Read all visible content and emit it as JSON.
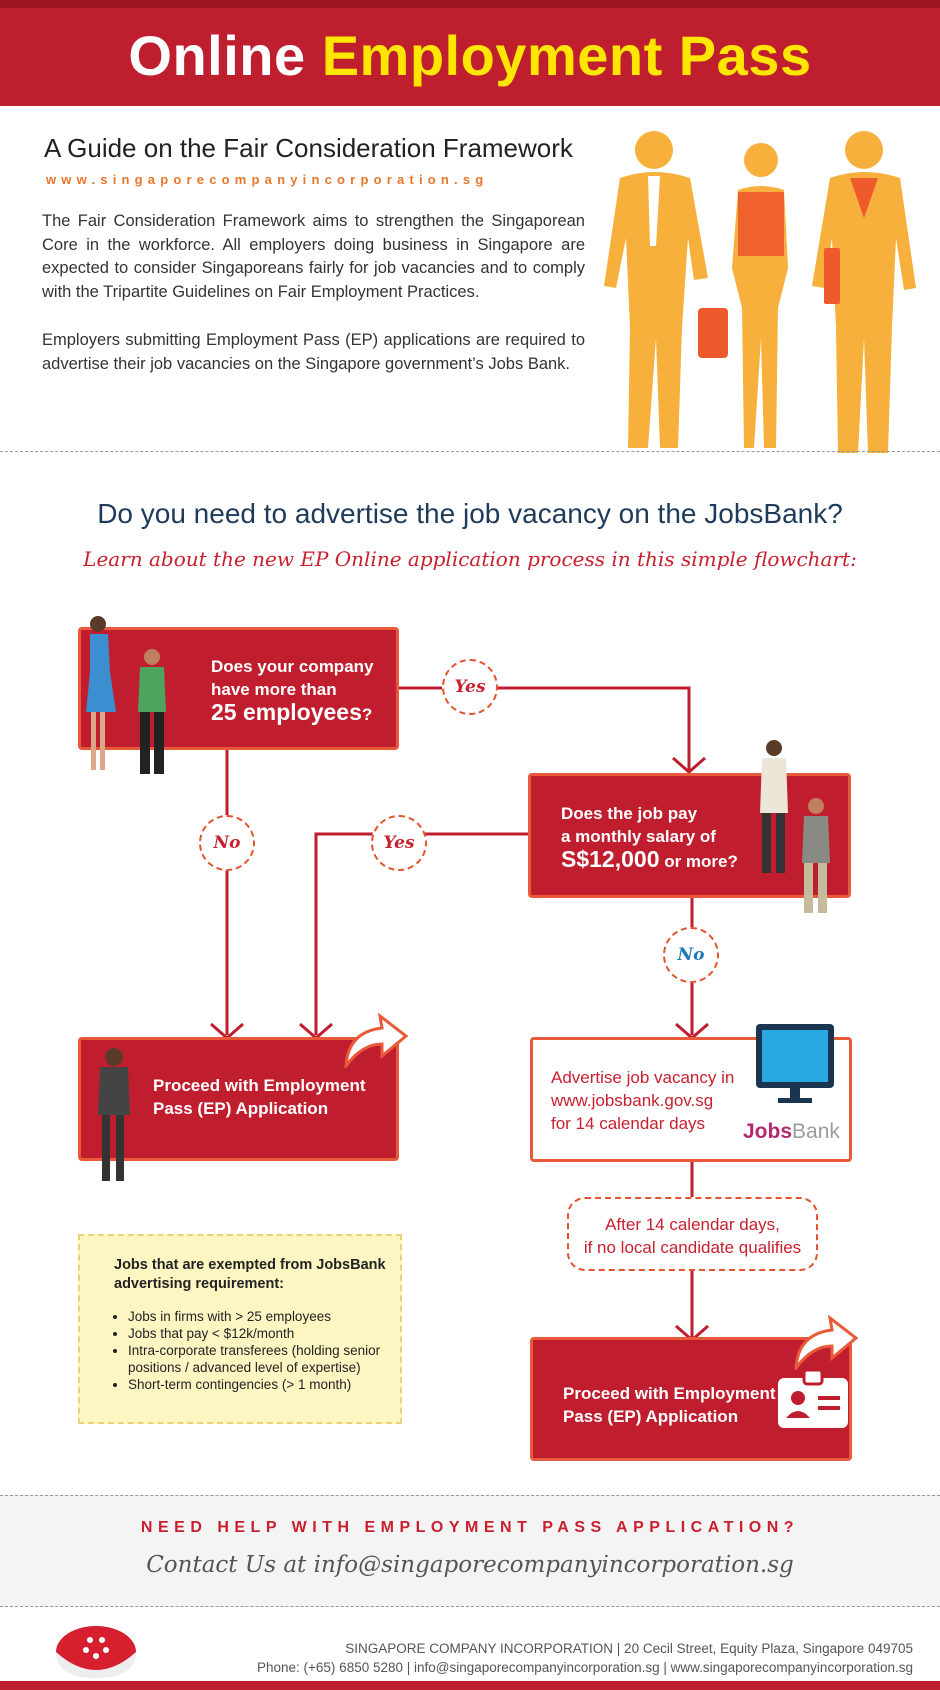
{
  "header": {
    "title_pre": "Online",
    "title_highlight": "Employment Pass",
    "title_post": "Application"
  },
  "intro": {
    "subtitle": "A Guide on the Fair Consideration Framework",
    "url": "www.singaporecompanyincorporation.sg",
    "para1": "The Fair Consideration Framework aims to strengthen the Singaporean Core in the workforce. All employers doing business in Singapore are expected to consider Singaporeans fairly for job vacancies and to comply with the Tripartite Guidelines on Fair Employment Practices.",
    "para2": "Employers submitting Employment Pass (EP) applications are required to advertise their job vacancies on the Singapore government’s Jobs Bank."
  },
  "question": "Do you need to advertise the job vacancy on the JobsBank?",
  "learn": "Learn about the new EP Online application process in this simple flowchart:",
  "flow": {
    "q1_line1": "Does your company",
    "q1_line2": "have more than",
    "q1_big": "25 employees",
    "q1_end": "?",
    "q2_line1": "Does the job pay",
    "q2_line2": "a monthly salary of",
    "q2_big": "S$12,000",
    "q2_end": " or more?",
    "yes": "Yes",
    "no": "No",
    "proceed_line1": "Proceed with Employment",
    "proceed_line2": "Pass (EP) Application",
    "advertise_line1": "Advertise job vacancy in",
    "advertise_line2": "www.jobsbank.gov.sg",
    "advertise_line3": "for 14 calendar days",
    "jobsbank_logo_a": "Jobs",
    "jobsbank_logo_b": "Bank",
    "after_line1": "After 14 calendar days,",
    "after_line2": "if no local candidate qualifies"
  },
  "exempt": {
    "heading": "Jobs that are exempted from JobsBank advertising requirement:",
    "items": [
      "Jobs in firms with > 25 employees",
      "Jobs that pay < $12k/month",
      "Intra-corporate transferees (holding senior positions / advanced level of expertise)",
      "Short-term contingencies (> 1 month)"
    ]
  },
  "help": {
    "line1": "NEED HELP WITH EMPLOYMENT PASS APPLICATION?",
    "line2": "Contact Us at info@singaporecompanyincorporation.sg"
  },
  "footer": {
    "line1": "SINGAPORE COMPANY INCORPORATION | 20 Cecil Street, Equity Plaza, Singapore 049705",
    "line2": "Phone: (+65) 6850 5280 | info@singaporecompanyincorporation.sg | www.singaporecompanyincorporation.sg"
  },
  "colors": {
    "brand_red": "#bf1e2e",
    "highlight_yellow": "#ffe600",
    "accent_orange": "#e8762b",
    "navy": "#1f3b5a"
  },
  "icons": [
    "business-people-illustration",
    "woman-icon",
    "man-icon",
    "businesswoman-icon",
    "businessman-icon",
    "curved-arrow-icon",
    "monitor-icon",
    "id-card-icon",
    "singapore-logo-icon"
  ]
}
